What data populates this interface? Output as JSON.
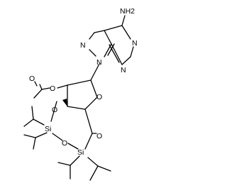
{
  "structure": {
    "atom_labels": {
      "nh2": "NH2",
      "n_top_left": "N",
      "n_right_top": "N",
      "n_right_bottom": "N",
      "n9": "N",
      "ring_oxygen": "O",
      "ester_oxygen_carbonyl": "O",
      "ester_oxygen_link": "O",
      "oxygen_3": "O",
      "silicon_1": "Si",
      "oxygen_bridge": "O",
      "silicon_2": "Si",
      "oxygen_5": "O"
    }
  }
}
